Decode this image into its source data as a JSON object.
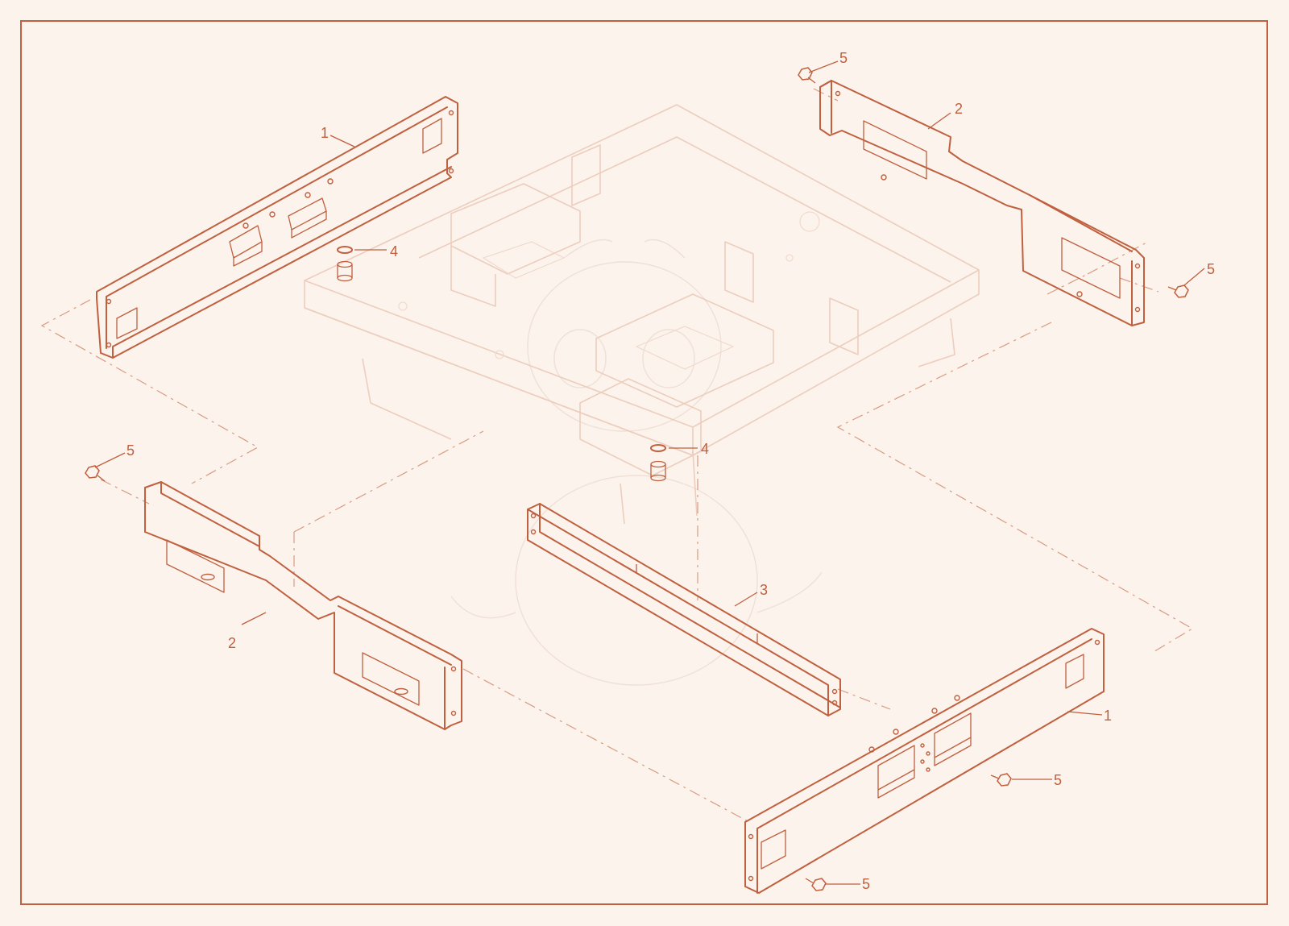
{
  "colors": {
    "line": "#c0603f",
    "ghost": "#edcdbd",
    "background": "#fbf3ec"
  },
  "callouts": {
    "c1a": "1",
    "c1b": "1",
    "c2a": "2",
    "c2b": "2",
    "c3": "3",
    "c4a": "4",
    "c4b": "4",
    "c5a": "5",
    "c5b": "5",
    "c5c": "5",
    "c5d": "5",
    "c5e": "5"
  }
}
